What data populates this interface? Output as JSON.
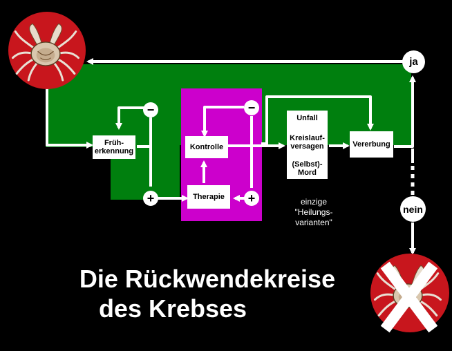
{
  "boxes": {
    "frueherkennung": "Früh-\nerkennung",
    "kontrolle": "Kontrolle",
    "therapie": "Therapie",
    "unfall": "Unfall",
    "kreislaufversagen": "Kreislauf-\nversagen",
    "selbstmord": "(Selbst)-\nMord",
    "vererbung": "Vererbung"
  },
  "nodes": {
    "minus_left": "−",
    "minus_mid": "−",
    "plus_left": "+",
    "plus_mid": "+",
    "ja": "ja",
    "nein": "nein"
  },
  "caption": "einzige\n\"Heilungs-\nvarianten\"",
  "title": {
    "line1": "Die Rückwendekreise",
    "line2": "des Krebses"
  },
  "colors": {
    "background": "#000000",
    "loop_green": "#007F0E",
    "therapy_magenta": "#CC00CC",
    "crab_circle": "#C8161D",
    "line": "#FFFFFF"
  },
  "icons": [
    "crab-icon",
    "crossed-out-crab-icon"
  ]
}
